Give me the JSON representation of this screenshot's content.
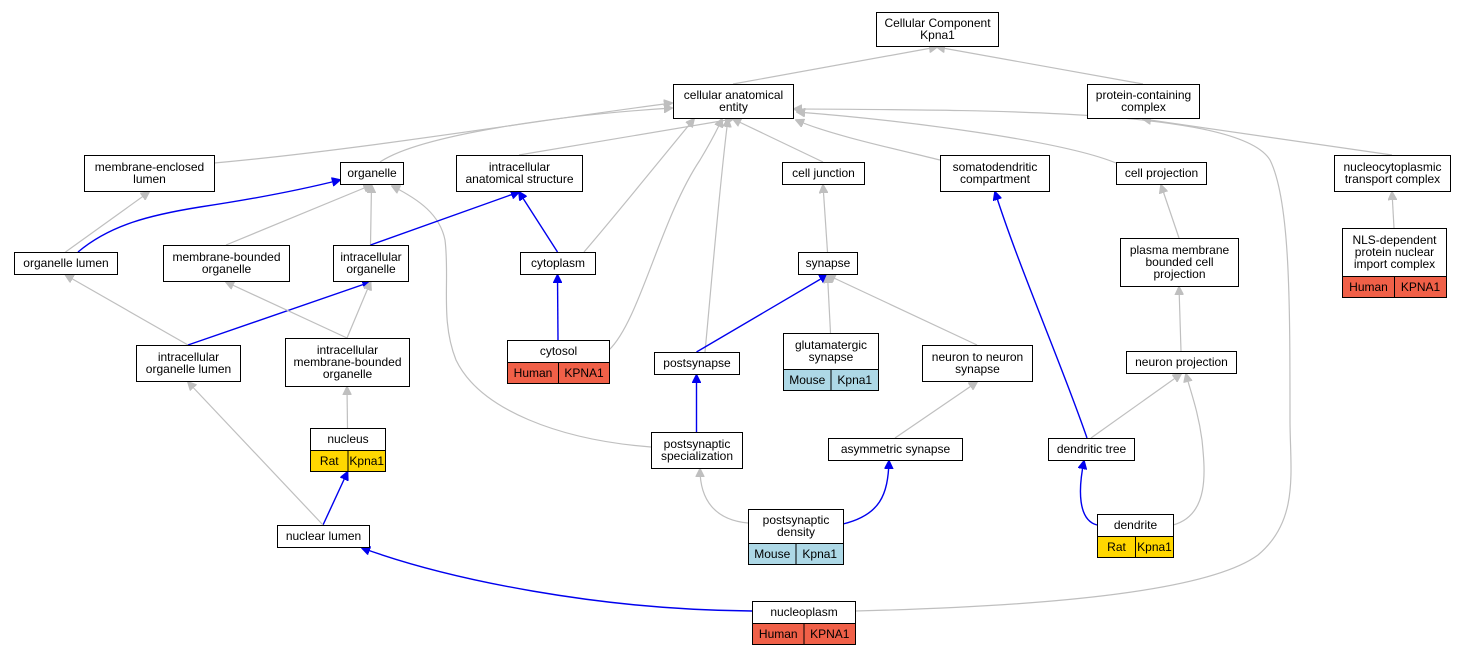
{
  "colors": {
    "edge_gray": "#bfbfbf",
    "edge_blue": "#0000ee",
    "human": "#f06048",
    "mouse": "#add8e6",
    "rat": "#ffd700"
  },
  "nodes": {
    "root": {
      "lines": [
        "Cellular Component",
        "Kpna1"
      ]
    },
    "cae": {
      "lines": [
        "cellular anatomical",
        "entity"
      ]
    },
    "pcc": {
      "lines": [
        "protein-containing",
        "complex"
      ]
    },
    "mel": {
      "lines": [
        "membrane-enclosed",
        "lumen"
      ]
    },
    "organelle": {
      "lines": [
        "organelle"
      ]
    },
    "ias": {
      "lines": [
        "intracellular",
        "anatomical structure"
      ]
    },
    "cj": {
      "lines": [
        "cell junction"
      ]
    },
    "sdc": {
      "lines": [
        "somatodendritic",
        "compartment"
      ]
    },
    "cp": {
      "lines": [
        "cell projection"
      ]
    },
    "ntc": {
      "lines": [
        "nucleocytoplasmic",
        "transport complex"
      ]
    },
    "ol": {
      "lines": [
        "organelle lumen"
      ]
    },
    "mbo": {
      "lines": [
        "membrane-bounded",
        "organelle"
      ]
    },
    "io": {
      "lines": [
        "intracellular",
        "organelle"
      ]
    },
    "cyto": {
      "lines": [
        "cytoplasm"
      ]
    },
    "syn": {
      "lines": [
        "synapse"
      ]
    },
    "pmbcp": {
      "lines": [
        "plasma membrane",
        "bounded cell",
        "projection"
      ]
    },
    "nls": {
      "lines": [
        "NLS-dependent",
        "protein nuclear",
        "import complex"
      ],
      "tags": [
        "Human",
        "KPNA1"
      ]
    },
    "iol": {
      "lines": [
        "intracellular",
        "organelle lumen"
      ]
    },
    "imbo": {
      "lines": [
        "intracellular",
        "membrane-bounded",
        "organelle"
      ]
    },
    "cytosol": {
      "lines": [
        "cytosol"
      ],
      "tags": [
        "Human",
        "KPNA1"
      ]
    },
    "ps": {
      "lines": [
        "postsynapse"
      ]
    },
    "gs": {
      "lines": [
        "glutamatergic",
        "synapse"
      ],
      "tags": [
        "Mouse",
        "Kpna1"
      ]
    },
    "nns": {
      "lines": [
        "neuron to neuron",
        "synapse"
      ]
    },
    "np": {
      "lines": [
        "neuron projection"
      ]
    },
    "nucleus": {
      "lines": [
        "nucleus"
      ],
      "tags": [
        "Rat",
        "Kpna1"
      ]
    },
    "pss": {
      "lines": [
        "postsynaptic",
        "specialization"
      ]
    },
    "as": {
      "lines": [
        "asymmetric synapse"
      ]
    },
    "dt": {
      "lines": [
        "dendritic tree"
      ]
    },
    "nl": {
      "lines": [
        "nuclear lumen"
      ]
    },
    "psd": {
      "lines": [
        "postsynaptic",
        "density"
      ],
      "tags": [
        "Mouse",
        "Kpna1"
      ]
    },
    "dendrite": {
      "lines": [
        "dendrite"
      ],
      "tags": [
        "Rat",
        "Kpna1"
      ]
    },
    "nucleoplasm": {
      "lines": [
        "nucleoplasm"
      ],
      "tags": [
        "Human",
        "KPNA1"
      ]
    }
  },
  "edges": [
    {
      "from": "cae",
      "to": "root",
      "kind": "gray"
    },
    {
      "from": "pcc",
      "to": "root",
      "kind": "gray"
    },
    {
      "from": "mel",
      "to": "cae",
      "kind": "gray"
    },
    {
      "from": "organelle",
      "to": "cae",
      "kind": "gray"
    },
    {
      "from": "ias",
      "to": "cae",
      "kind": "gray"
    },
    {
      "from": "cj",
      "to": "cae",
      "kind": "gray"
    },
    {
      "from": "sdc",
      "to": "cae",
      "kind": "gray"
    },
    {
      "from": "cp",
      "to": "cae",
      "kind": "gray"
    },
    {
      "from": "cyto",
      "to": "cae",
      "kind": "gray"
    },
    {
      "from": "cytosol",
      "to": "cae",
      "kind": "gray"
    },
    {
      "from": "ps",
      "to": "cae",
      "kind": "gray"
    },
    {
      "from": "nucleoplasm",
      "to": "cae",
      "kind": "gray"
    },
    {
      "from": "ntc",
      "to": "pcc",
      "kind": "gray"
    },
    {
      "from": "nls",
      "to": "ntc",
      "kind": "gray"
    },
    {
      "from": "ol",
      "to": "mel",
      "kind": "gray"
    },
    {
      "from": "ol",
      "to": "organelle",
      "kind": "blue"
    },
    {
      "from": "mbo",
      "to": "organelle",
      "kind": "gray"
    },
    {
      "from": "io",
      "to": "organelle",
      "kind": "gray"
    },
    {
      "from": "pss",
      "to": "organelle",
      "kind": "gray"
    },
    {
      "from": "io",
      "to": "ias",
      "kind": "blue"
    },
    {
      "from": "cyto",
      "to": "ias",
      "kind": "blue"
    },
    {
      "from": "cytosol",
      "to": "cyto",
      "kind": "blue"
    },
    {
      "from": "syn",
      "to": "cj",
      "kind": "gray"
    },
    {
      "from": "ps",
      "to": "syn",
      "kind": "blue"
    },
    {
      "from": "gs",
      "to": "syn",
      "kind": "gray"
    },
    {
      "from": "nns",
      "to": "syn",
      "kind": "gray"
    },
    {
      "from": "as",
      "to": "nns",
      "kind": "gray"
    },
    {
      "from": "pmbcp",
      "to": "cp",
      "kind": "gray"
    },
    {
      "from": "np",
      "to": "pmbcp",
      "kind": "gray"
    },
    {
      "from": "dt",
      "to": "np",
      "kind": "gray"
    },
    {
      "from": "dendrite",
      "to": "np",
      "kind": "gray"
    },
    {
      "from": "dt",
      "to": "sdc",
      "kind": "blue"
    },
    {
      "from": "dendrite",
      "to": "dt",
      "kind": "blue"
    },
    {
      "from": "iol",
      "to": "ol",
      "kind": "gray"
    },
    {
      "from": "iol",
      "to": "io",
      "kind": "blue"
    },
    {
      "from": "imbo",
      "to": "mbo",
      "kind": "gray"
    },
    {
      "from": "imbo",
      "to": "io",
      "kind": "gray"
    },
    {
      "from": "nucleus",
      "to": "imbo",
      "kind": "gray"
    },
    {
      "from": "nl",
      "to": "nucleus",
      "kind": "blue"
    },
    {
      "from": "nl",
      "to": "iol",
      "kind": "gray"
    },
    {
      "from": "nucleoplasm",
      "to": "nl",
      "kind": "blue"
    },
    {
      "from": "pss",
      "to": "ps",
      "kind": "blue"
    },
    {
      "from": "psd",
      "to": "pss",
      "kind": "gray"
    },
    {
      "from": "psd",
      "to": "as",
      "kind": "blue"
    }
  ]
}
